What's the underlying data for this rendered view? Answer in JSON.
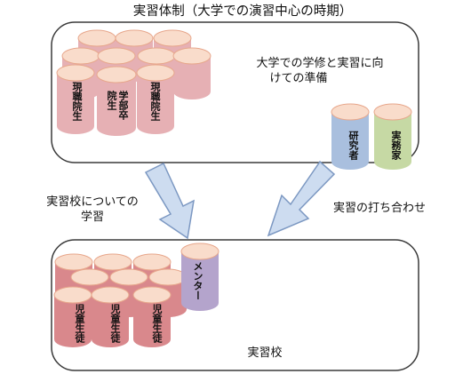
{
  "title": "実習体制（大学での演習中心の時期）",
  "top_box": {
    "caption_line1": "大学での学修と実習に向",
    "caption_line2": "けての準備",
    "students": [
      "現職院生",
      "学部卒院生",
      "現職院生"
    ],
    "staff": [
      {
        "label": "研究者",
        "color": "#a9bfde"
      },
      {
        "label": "実務家",
        "color": "#c6d9a4"
      }
    ]
  },
  "bottom_box": {
    "caption": "実習校",
    "students": [
      "児童生徒",
      "児童生徒",
      "児童生徒"
    ],
    "mentor": {
      "label": "メンター",
      "color": "#b4a4cc"
    }
  },
  "arrow_left_label_line1": "実習校についての",
  "arrow_left_label_line2": "学習",
  "arrow_right_label": "実習の打ち合わせ",
  "colors": {
    "cyl_top": "#f9dccb",
    "cyl_rim": "#e7a78c",
    "top_student_body": "#e6b0b4",
    "bottom_student_body": "#d9888c",
    "arrow_fill": "#cddcf0",
    "arrow_stroke": "#7c98c2"
  }
}
